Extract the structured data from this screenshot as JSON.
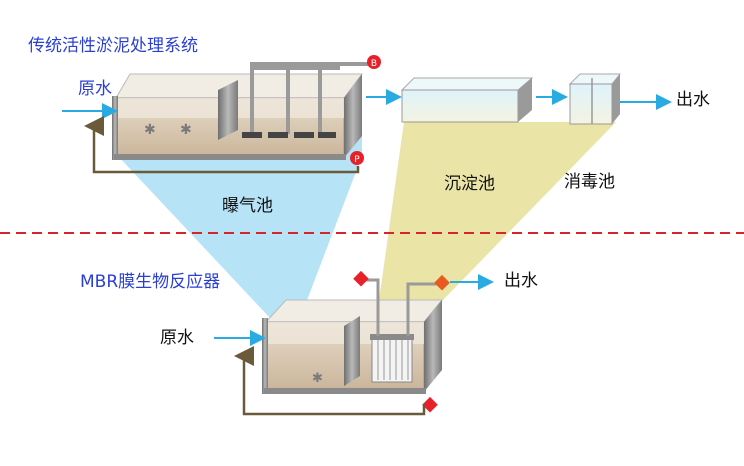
{
  "top_section": {
    "title": "传统活性淤泥处理系统",
    "inlet_label": "原水",
    "outlet_label": "出水",
    "aeration_tank_label": "曝气池",
    "settling_tank_label": "沉淀池",
    "disinfection_tank_label": "消毒池",
    "blower_marker": "B",
    "pump_marker": "P"
  },
  "bottom_section": {
    "title": "MBR膜生物反应器",
    "inlet_label": "原水",
    "outlet_label": "出水"
  },
  "colors": {
    "title_blue": "#2a3fd6",
    "arrow_cyan": "#29abe2",
    "pipe_brown": "#6b5a3a",
    "divider_red": "#d9232d",
    "beam_blue": "#a9def5",
    "beam_yellow": "#e6df98",
    "marker_red": "#e8202a"
  }
}
